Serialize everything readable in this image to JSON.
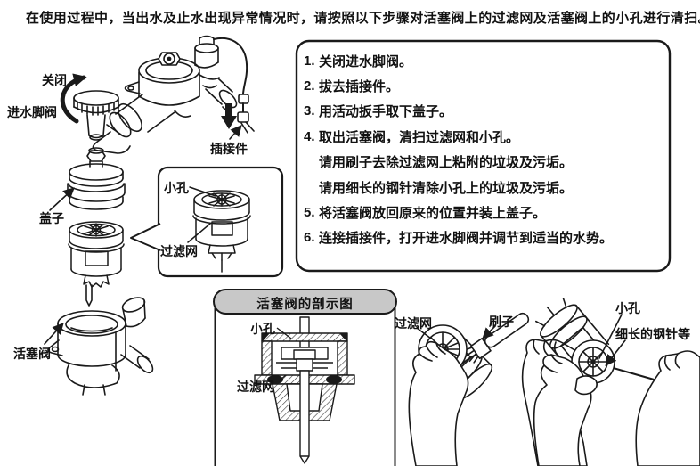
{
  "intro": "在使用过程中，当出水及止水出现异常情况时，请按照以下步骤对活塞阀上的过滤网及活塞阀上的小孔进行清扫。",
  "steps": [
    {
      "num": "1.",
      "text": "关闭进水脚阀。"
    },
    {
      "num": "2.",
      "text": "拔去插接件。"
    },
    {
      "num": "3.",
      "text": "用活动扳手取下盖子。"
    },
    {
      "num": "4.",
      "text": "取出活塞阀，清扫过滤网和小孔。"
    },
    {
      "num": "",
      "text": "请用刷子去除过滤网上粘附的垃圾及污垢。"
    },
    {
      "num": "",
      "text": "请用细长的钢针清除小孔上的垃圾及污垢。"
    },
    {
      "num": "5.",
      "text": "将活塞阀放回原来的位置并装上盖子。"
    },
    {
      "num": "6.",
      "text": "连接插接件，打开进水脚阀并调节到适当的水势。"
    }
  ],
  "labels": {
    "close": "关闭",
    "inlet_foot_valve": "进水脚阀",
    "connector": "插接件",
    "cover": "盖子",
    "inset_small_hole": "小孔",
    "inset_filter": "过滤网",
    "piston_valve": "活塞阀",
    "section_small_hole": "小孔",
    "section_filter": "过滤网",
    "brush_filter": "过滤网",
    "brush": "刷子",
    "needle_small_hole": "小孔",
    "needle": "细长的钢针等"
  },
  "section": {
    "title": "活塞阀的剖示图"
  },
  "colors": {
    "ink": "#1a1a1a",
    "banner_bg": "#c8c8c8",
    "paper": "#ffffff"
  }
}
